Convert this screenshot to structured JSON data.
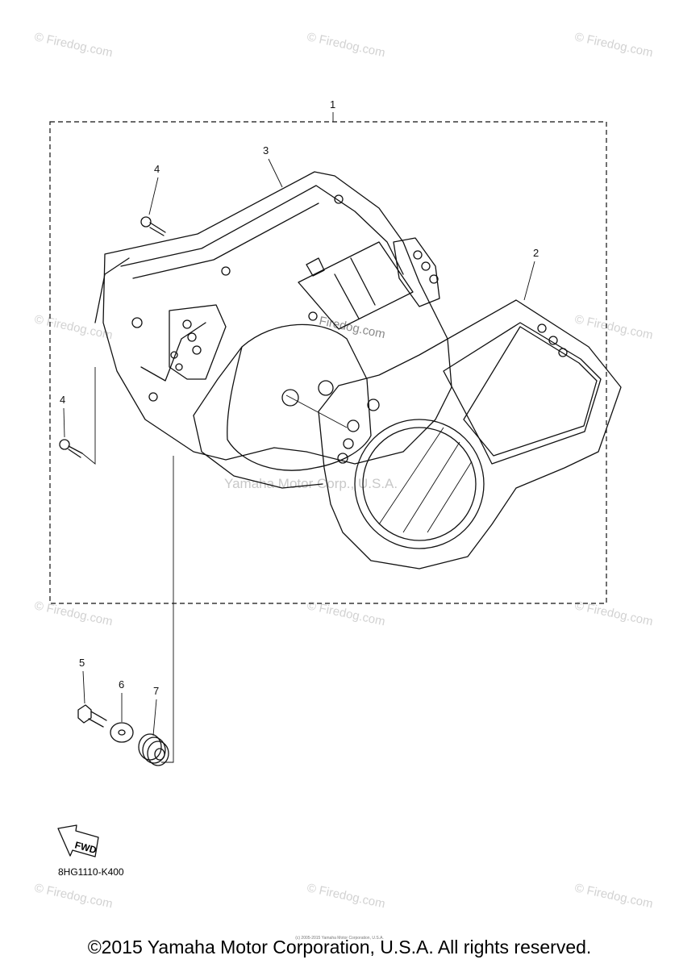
{
  "parts": {
    "callouts": [
      "1",
      "2",
      "3",
      "4",
      "4",
      "5",
      "6",
      "7"
    ]
  },
  "direction_marker": {
    "label": "FWD",
    "icon": "arrow-left-icon"
  },
  "diagram_code": "8HG1110-K400",
  "copyright": "©2015 Yamaha Motor Corporation, U.S.A. All rights reserved.",
  "tiny_notice": "(c) 2005-2015 Yamaha Motor Corporation, U.S.A.",
  "watermarks": {
    "site": "© Firedog.com",
    "center_site": "Firedog.com",
    "center_company": "Yamaha Motor Corp., U.S.A."
  }
}
